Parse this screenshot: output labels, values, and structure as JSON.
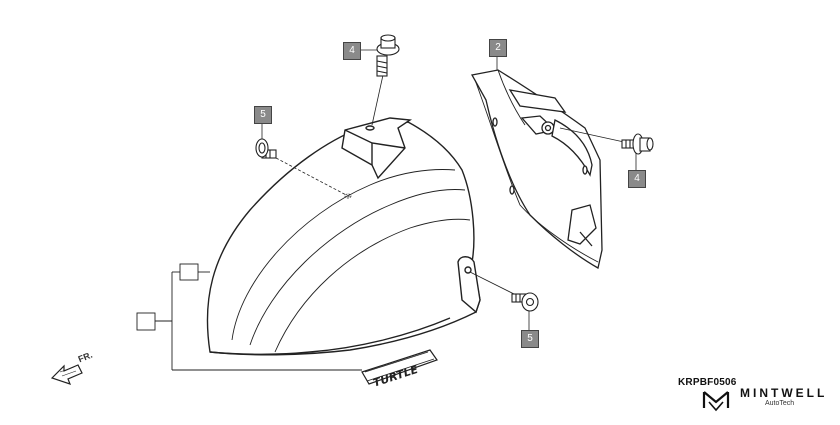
{
  "callouts": {
    "bolt_top": "4",
    "panel": "2",
    "screw_left": "5",
    "bolt_right": "4",
    "screw_bottom": "5"
  },
  "direction_label": "FR.",
  "emblem_text": "TURTLE",
  "diagram_code": "KRPBF0506",
  "watermark": {
    "brand": "MINTWELL",
    "sub": "AutoTech"
  },
  "colors": {
    "callout_fill": "#8a8a8a",
    "line": "#222222"
  }
}
